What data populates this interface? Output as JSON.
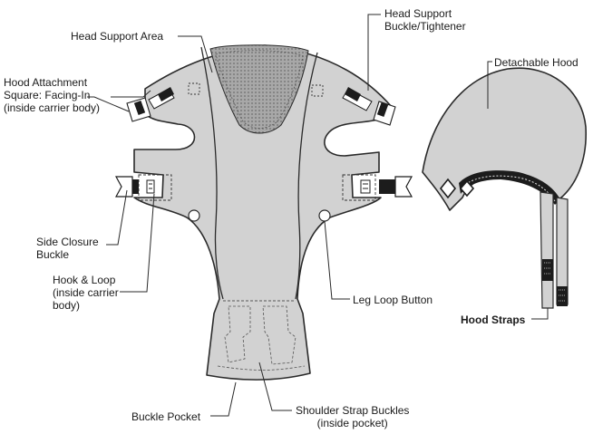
{
  "labels": {
    "head_support_area": "Head Support Area",
    "head_support_buckle": "Head Support\nBuckle/Tightener",
    "hood_attachment": "Hood Attachment\nSquare: Facing-In\n(inside carrier body)",
    "detachable_hood": "Detachable Hood",
    "side_closure_buckle": "Side Closure\nBuckle",
    "hook_loop": "Hook & Loop\n(inside carrier\nbody)",
    "leg_loop_button": "Leg Loop Button",
    "hood_straps": "Hood Straps",
    "buckle_pocket": "Buckle Pocket",
    "shoulder_strap_buckles": "Shoulder Strap Buckles\n(inside pocket)"
  },
  "colors": {
    "fabric": "#d2d2d2",
    "mesh": "#9a9a9a",
    "outline": "#2a2a2a",
    "buckle": "#1c1c1c"
  }
}
